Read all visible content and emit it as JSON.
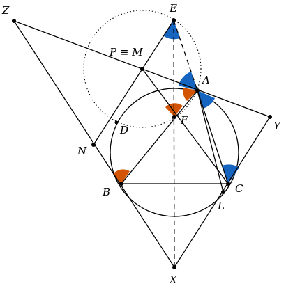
{
  "labels": {
    "E": "E",
    "PM": "P ≡ M",
    "A": "A",
    "Z": "Z",
    "F": "F",
    "Y": "Y",
    "D": "D",
    "N": "N",
    "B": "B",
    "C": "C",
    "L": "L",
    "X": "X"
  },
  "colors": {
    "blue_angle": "#1565c0",
    "orange_angle": "#d35400",
    "stroke": "#000000"
  }
}
